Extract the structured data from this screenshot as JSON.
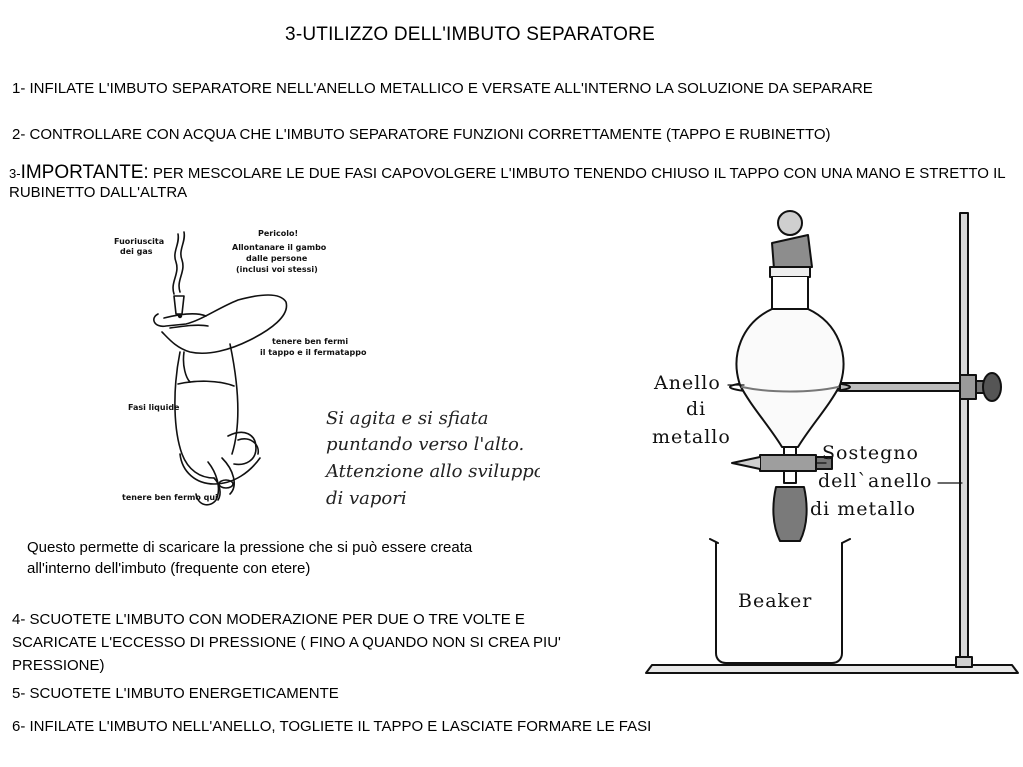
{
  "title": "3-UTILIZZO DELL'IMBUTO SEPARATORE",
  "steps": {
    "s1": "1- INFILATE L'IMBUTO SEPARATORE NELL'ANELLO METALLICO E VERSATE ALL'INTERNO LA SOLUZIONE DA SEPARARE",
    "s2": "2- CONTROLLARE CON ACQUA CHE L'IMBUTO SEPARATORE FUNZIONI CORRETTAMENTE (TAPPO E RUBINETTO)",
    "s3_prefix": "3-",
    "s3_word": "IMPORTANTE:",
    "s3_text": " PER MESCOLARE LE DUE FASI CAPOVOLGERE L'IMBUTO TENENDO CHIUSO IL TAPPO CON UNA MANO E STRETTO IL RUBINETTO DALL'ALTRA",
    "s4": "4-  SCUOTETE L'IMBUTO CON MODERAZIONE PER DUE O TRE VOLTE E SCARICATE L'ECCESSO DI PRESSIONE ( FINO A QUANDO NON SI CREA PIU' PRESSIONE)",
    "s5": "5- SCUOTETE L'IMBUTO ENERGETICAMENTE",
    "s6": "6- INFILATE L'IMBUTO NELL'ANELLO, TOGLIETE IL TAPPO E LASCIATE FORMARE LE FASI"
  },
  "caption": "Questo permette di scaricare la pressione che si può essere creata all'interno dell'imbuto (frequente con etere)",
  "hand_figure": {
    "labels": {
      "gas_1": "Fuoriuscita",
      "gas_2": "dei gas",
      "danger_1": "Pericolo!",
      "danger_2": "Allontanare il gambo",
      "danger_3": "dalle persone",
      "danger_4": "(inclusi voi stessi)",
      "hold_1": "tenere ben fermi",
      "hold_2": "il tappo e il fermatappo",
      "phases": "Fasi liquide",
      "hold_here": "tenere ben fermo qui"
    },
    "script_lines": [
      "Si agita e si sfiata",
      "puntando verso l'alto.",
      "Attenzione allo sviluppo",
      "di vapori"
    ]
  },
  "apparatus": {
    "ring_1": "Anello",
    "ring_2": "di",
    "ring_3": "metallo",
    "support_1": "Sostegno",
    "support_2": "dell`anello",
    "support_3": "di metallo",
    "beaker": "Beaker"
  }
}
